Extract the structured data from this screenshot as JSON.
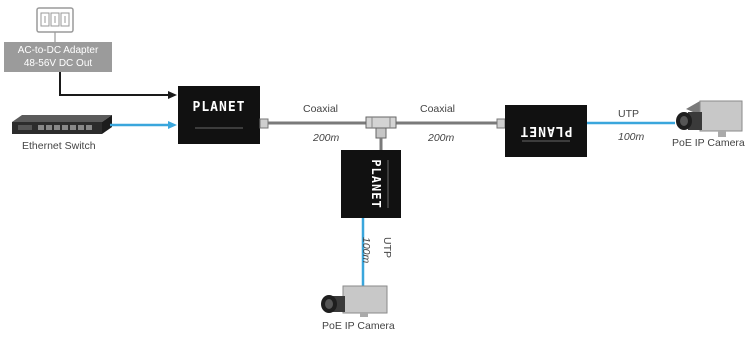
{
  "adapter": {
    "line1": "AC-to-DC Adapter",
    "line2": "48-56V DC Out"
  },
  "switch": {
    "label": "Ethernet Switch"
  },
  "brand": "PLANET",
  "links": {
    "coaxial_left": {
      "medium": "Coaxial",
      "length": "200m"
    },
    "coaxial_right": {
      "medium": "Coaxial",
      "length": "200m"
    },
    "utp_right": {
      "medium": "UTP",
      "length": "100m"
    },
    "utp_bottom": {
      "medium": "UTP",
      "length": "100m"
    }
  },
  "cameras": {
    "right": {
      "label": "PoE IP Camera"
    },
    "bottom": {
      "label": "PoE IP Camera"
    }
  },
  "colors": {
    "coax": "#7a7a7a",
    "utp": "#3aa6dc",
    "power": "#1a1a1a",
    "device": "#111111",
    "adapter": "#9b9b9b"
  }
}
